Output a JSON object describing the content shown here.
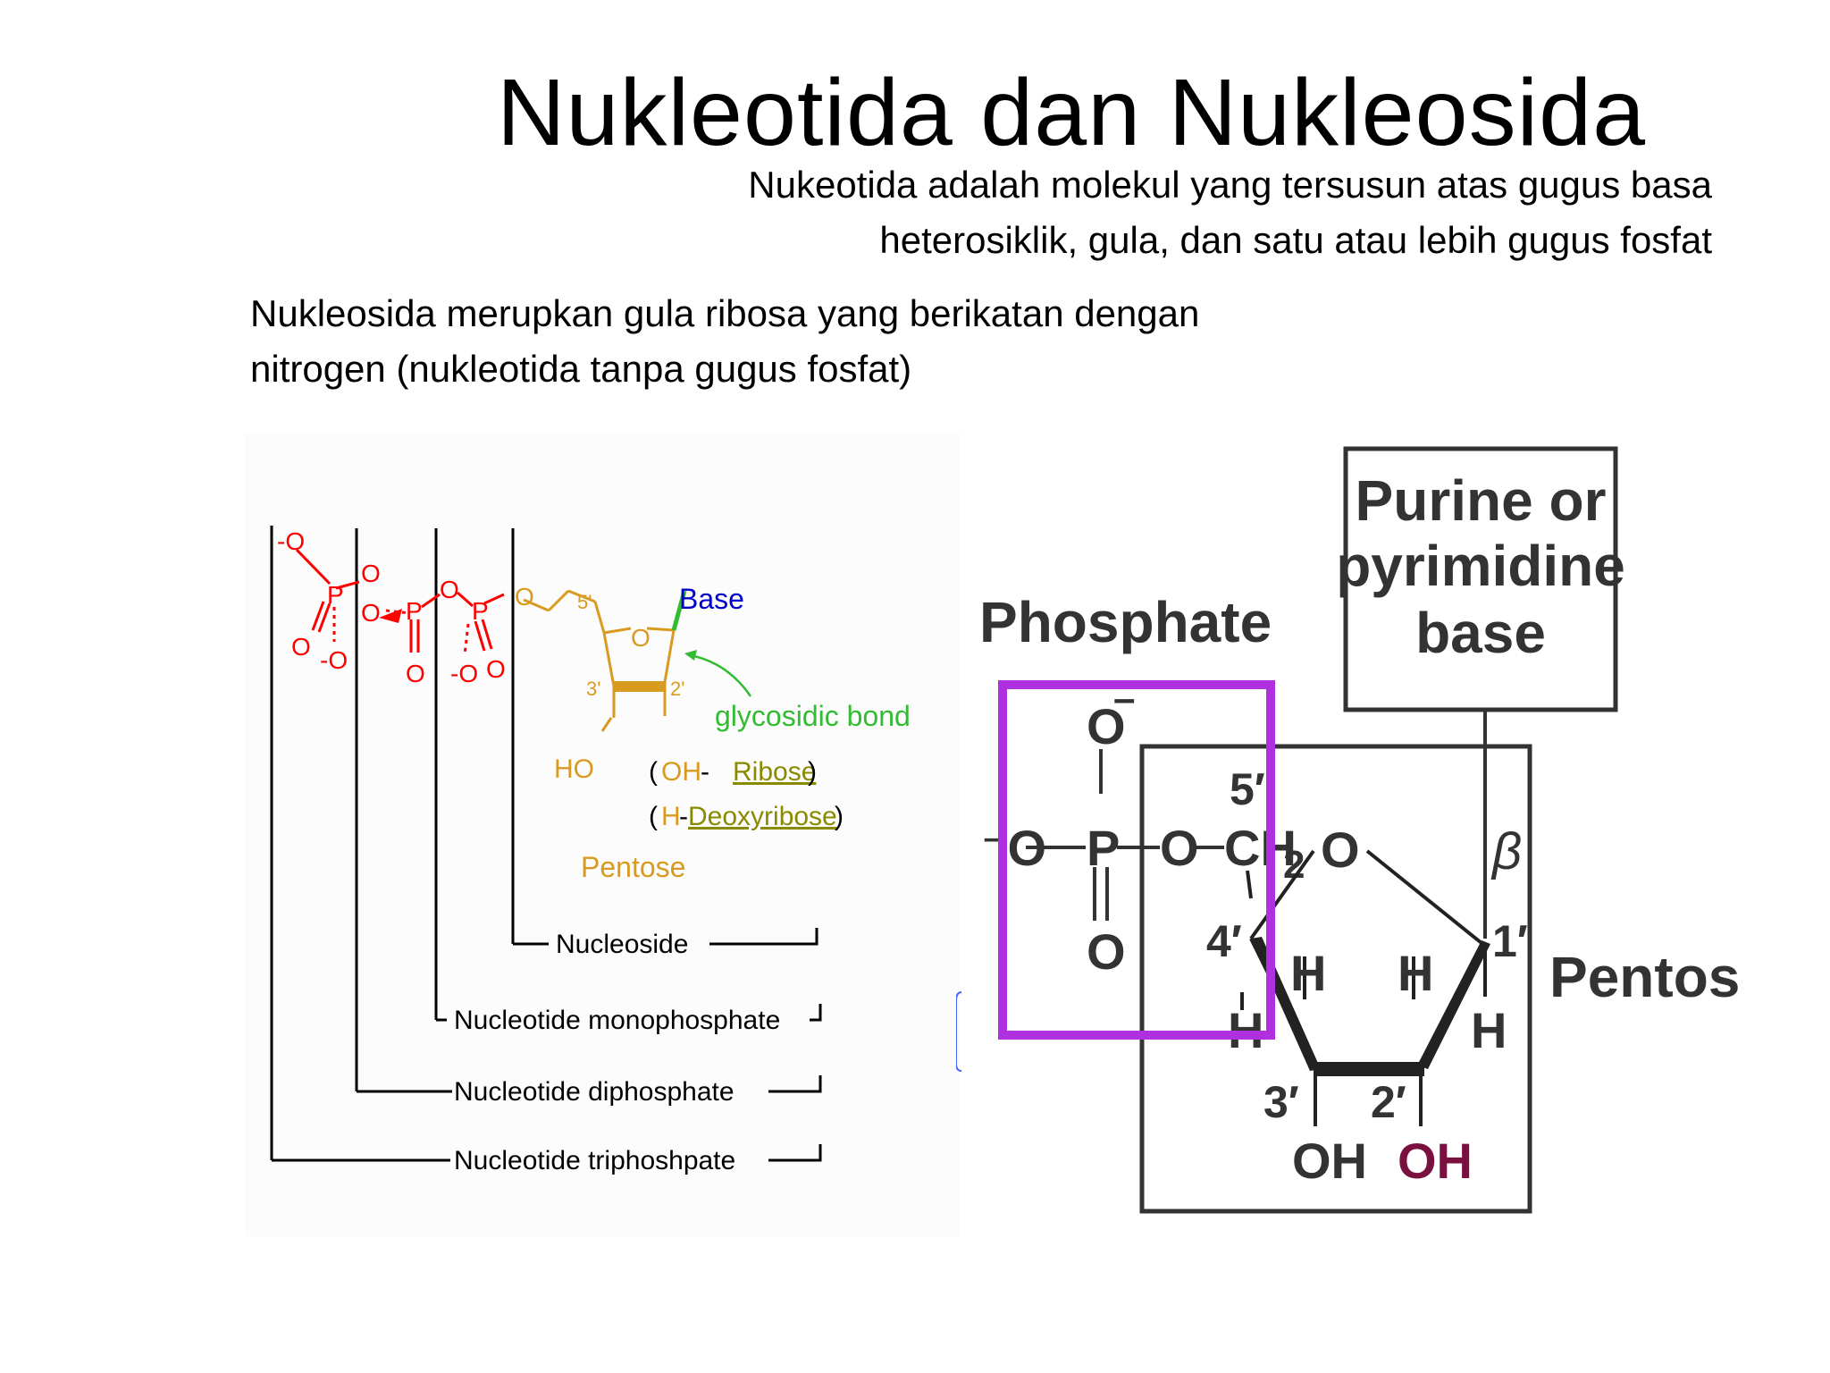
{
  "slide": {
    "title": "Nukleotida dan Nukleosida",
    "nucleotide_definition": {
      "line1": "Nukeotida adalah molekul yang tersusun atas  gugus basa",
      "line2": "heterosiklik, gula, dan satu atau lebih gugus fosfat"
    },
    "nucleoside_definition": {
      "line1": "Nukleosida merupkan gula  ribosa yang berikatan dengan",
      "line2": "nitrogen (nukleotida tanpa gugus fosfat)"
    }
  },
  "left_diagram": {
    "base_label": "Base",
    "glycosidic_label": "glycosidic bond",
    "c5": "5'",
    "c3": "3'",
    "c2": "2'",
    "ring_o": "O",
    "ho_label": "HO",
    "ribose_line": {
      "open": "(",
      "group": "OH",
      "sep": " - ",
      "sugar": "Ribose",
      "close": ")"
    },
    "deoxyribose_line": {
      "open": "(",
      "group": "H",
      "sep": "-",
      "sugar": "Deoxyribose",
      "close": ")"
    },
    "pentose_label": "Pentose",
    "atoms": {
      "o_minus_top": "-O",
      "p1": "P",
      "o1_right": "O",
      "o1_bottom_left": "O",
      "o1_minus_bottom": "-O",
      "o_bridge1": "O",
      "p2": "P",
      "o2_bottom": "O",
      "o_bridge2": "O",
      "p3": "P",
      "o3_minus_bottom": "-O",
      "o3_bottom_right": "O",
      "o_ester": "O"
    },
    "brackets": [
      "Nucleoside",
      "Nucleotide monophosphate",
      "Nucleotide diphosphate",
      "Nucleotide triphoshpate"
    ],
    "colors": {
      "phosphate": "#ff0000",
      "sugar": "#d99a20",
      "base": "#0000cc",
      "bond": "#33bb33",
      "ribose": "#8a8a00"
    }
  },
  "right_diagram": {
    "base_box_label": {
      "line1": "Purine or",
      "line2": "pyrimidine",
      "line3": "base"
    },
    "phosphate_label": "Phosphate",
    "pentose_label": "Pentose",
    "beta_label": "β",
    "atoms": {
      "o_minus": "O",
      "minus_sign": "–",
      "minus_o_left": "⁻O",
      "p": "P",
      "o_bridge": "O",
      "ch2": "CH",
      "ch2_sub": "2",
      "o_double": "O",
      "ring_o": "O",
      "c5": "5′",
      "c4": "4′",
      "c1": "1′",
      "c3": "3′",
      "c2": "2′",
      "h1": "H",
      "h2": "H",
      "h3": "H",
      "h4": "H",
      "oh3": "OH",
      "oh2": "OH"
    },
    "colors": {
      "highlight": "#b030e0",
      "oh2": "#7a1040"
    }
  }
}
